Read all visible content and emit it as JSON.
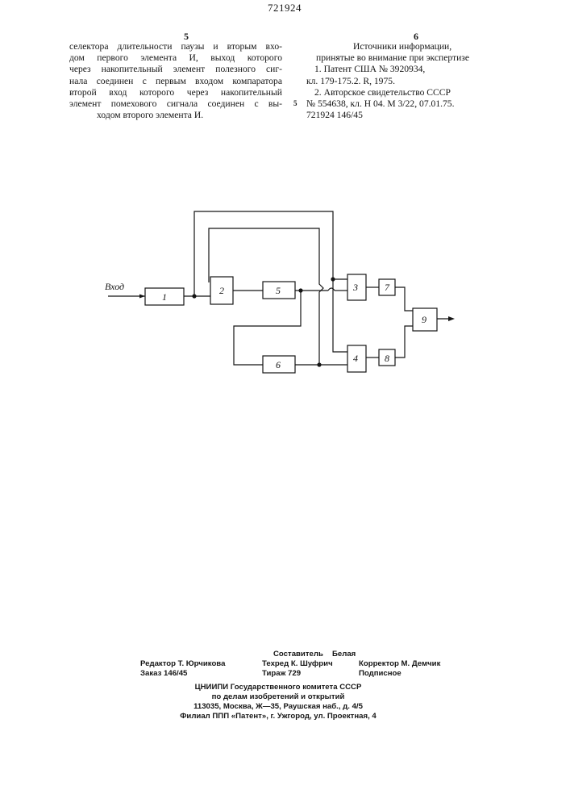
{
  "header": {
    "patent_number": "721924"
  },
  "columns": {
    "left_number": "5",
    "right_number": "6",
    "margin_line_number": "5"
  },
  "left_text": [
    "селектора длительности паузы и вторым вхо-",
    "дом первого элемента И, выход которого",
    "через накопительный элемент полезного сиг-",
    "нала соединен с первым входом компаратора",
    "второй вход которого через накопительный",
    "элемент помехового сигнала соединен с вы-",
    "ходом второго элемента И."
  ],
  "right_text": {
    "heading_1": "Источники информации,",
    "heading_2": "принятые во внимание при экспертизе",
    "lines": [
      "1. Патент США № 3920934,",
      "кл. 179-175.2. R, 1975.",
      "2. Авторское свидетельство СССР",
      "№ 554638, кл. Н 04. М 3/22, 07.01.75.",
      "721924   146/45"
    ]
  },
  "diagram": {
    "input_label": "Вход",
    "blocks": [
      "1",
      "2",
      "5",
      "6",
      "3",
      "4",
      "7",
      "8",
      "9"
    ]
  },
  "footer": {
    "compiler_label": "Составитель",
    "compiler_name": "Белая",
    "editor": "Редактор Т. Юрчикова",
    "tech_editor": "Техред К. Шуфрич",
    "corrector": "Корректор М. Демчик",
    "order": "Заказ 146/45",
    "circulation": "Тираж 729",
    "subscription": "Подписное",
    "org_line_1": "ЦНИИПИ Государственного комитета СССР",
    "org_line_2": "по делам изобретений и открытий",
    "org_line_3": "113035, Москва, Ж—35, Раушская наб., д. 4/5",
    "org_line_4": "Филиал ППП «Патент», г. Ужгород, ул. Проектная, 4"
  }
}
